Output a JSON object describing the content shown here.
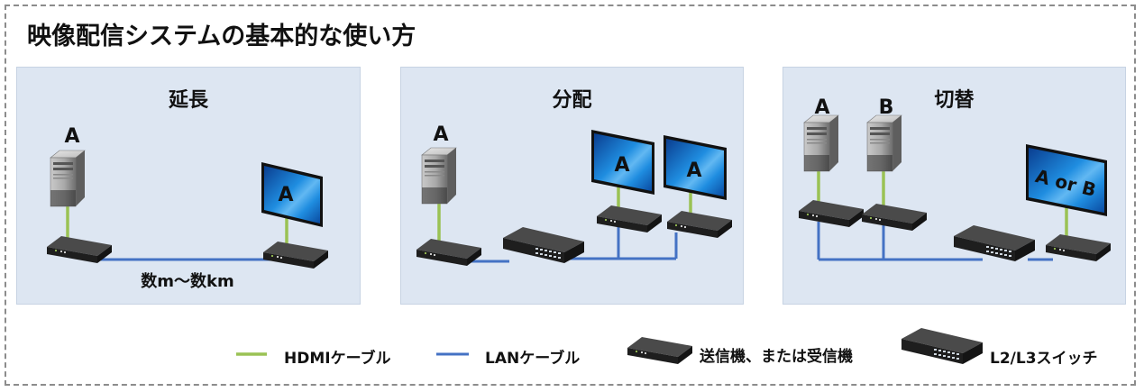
{
  "title": "映像配信システムの基本的な使い方",
  "panels": {
    "extension": {
      "title": "延長",
      "source": "A",
      "display": "A",
      "distance": "数m～数km"
    },
    "distribution": {
      "title": "分配",
      "source": "A",
      "display1": "A",
      "display2": "A"
    },
    "switching": {
      "title": "切替",
      "source_a": "A",
      "source_b": "B",
      "display": "A or B"
    }
  },
  "legend": {
    "hdmi": "HDMIケーブル",
    "lan": "LANケーブル",
    "device": "送信機、または受信機",
    "switch": "L2/L3スイッチ"
  },
  "colors": {
    "hdmi": "#9ac254",
    "lan": "#4472c4",
    "panel_bg": "#dde6f2",
    "screen": "#1a7fd4"
  }
}
